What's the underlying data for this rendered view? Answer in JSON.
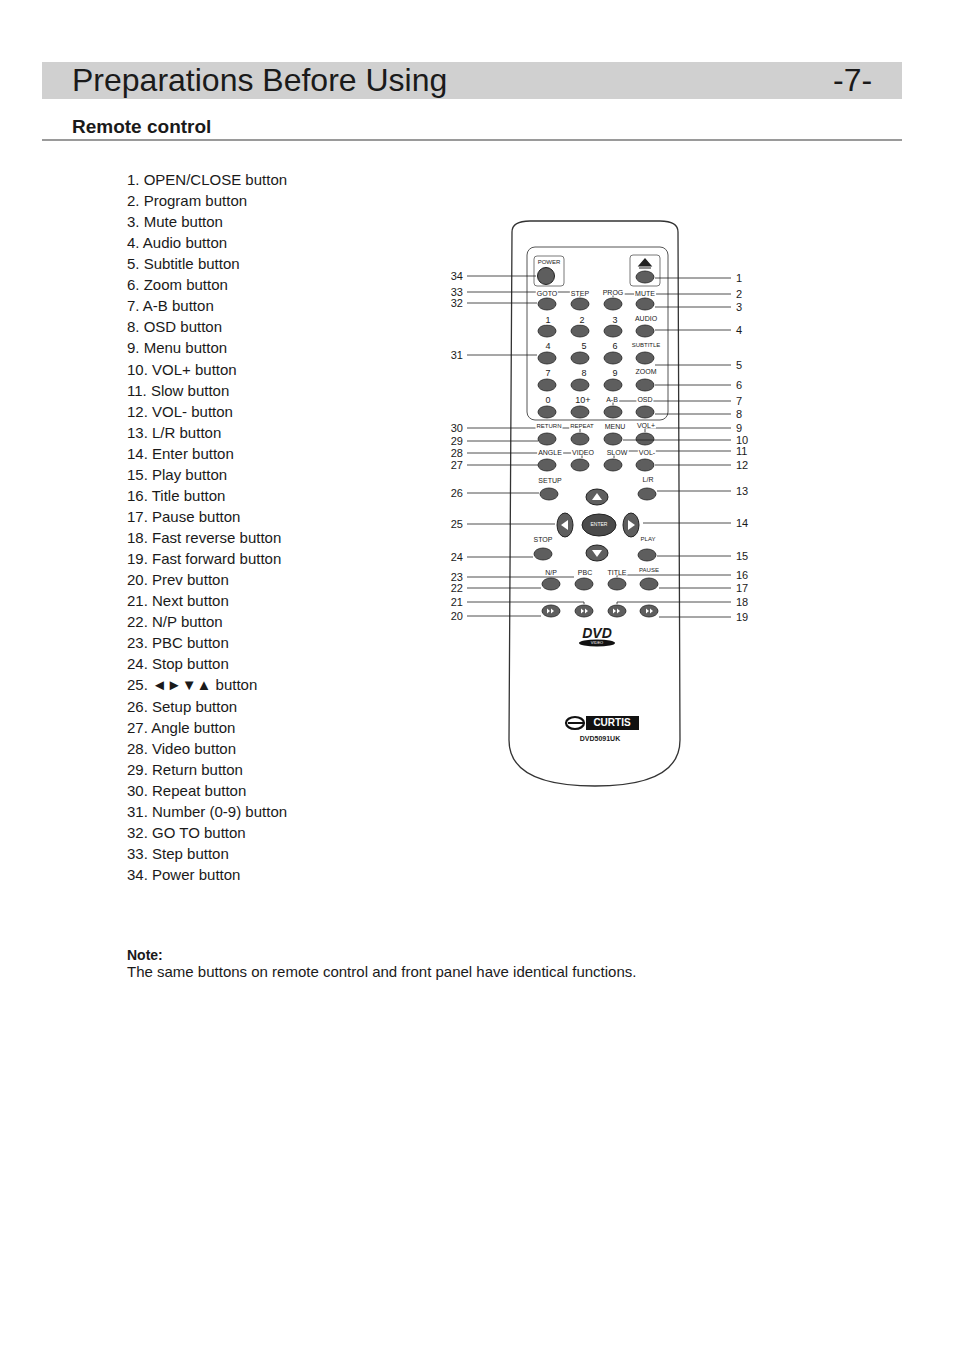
{
  "diagram": {
    "title": "Preparations Before Using",
    "labels": [
      "-7-",
      "Remote control",
      "1. OPEN/CLOSE button",
      "2. Program button",
      "3. Mute button",
      "4. Audio button",
      "5. Subtitle button",
      "6. Zoom button",
      "7. A-B button",
      "8. OSD button",
      "9. Menu button",
      "10. VOL+ button",
      "11. Slow button",
      "12. VOL- button",
      "13. L/R button",
      "14. Enter button",
      "15. Play button",
      "16. Title button",
      "17. Pause button",
      "18. Fast reverse button",
      "19. Fast forward button",
      "20. Prev button",
      "21. Next button",
      "22. N/P button",
      "23. PBC button",
      "24. Stop button",
      "25. ◄►▼▲ button",
      "26. Setup button",
      "27. Angle button",
      "28. Video button",
      "29. Return button",
      "30. Repeat button",
      "31. Number (0-9) button",
      "32. GO TO button",
      "33. Step button",
      "34. Power button",
      "Note:",
      "The same buttons on remote control and front panel have identical functions.",
      "POWER",
      "GOTO",
      "STEP",
      "PROG",
      "MUTE",
      "1",
      "2",
      "3",
      "AUDIO",
      "4",
      "5",
      "6",
      "SUBTITLE",
      "7",
      "8",
      "9",
      "ZOOM",
      "0",
      "10+",
      "A-B",
      "OSD",
      "RETURN",
      "REPEAT",
      "MENU",
      "VOL+",
      "ANGLE",
      "VIDEO",
      "SLOW",
      "VOL-",
      "SETUP",
      "L/R",
      "ENTER",
      "STOP",
      "PLAY",
      "N/P",
      "PBC",
      "TITLE",
      "PAUSE",
      "DVD",
      "VIDEO",
      "CURTIS",
      "DVD5091UK",
      "1",
      "2",
      "3",
      "4",
      "5",
      "6",
      "7",
      "8",
      "9",
      "10",
      "11",
      "12",
      "13",
      "14",
      "15",
      "16",
      "17",
      "18",
      "19",
      "20",
      "21",
      "22",
      "23",
      "24",
      "25",
      "26",
      "27",
      "28",
      "29",
      "30",
      "31",
      "32",
      "33",
      "34"
    ]
  }
}
